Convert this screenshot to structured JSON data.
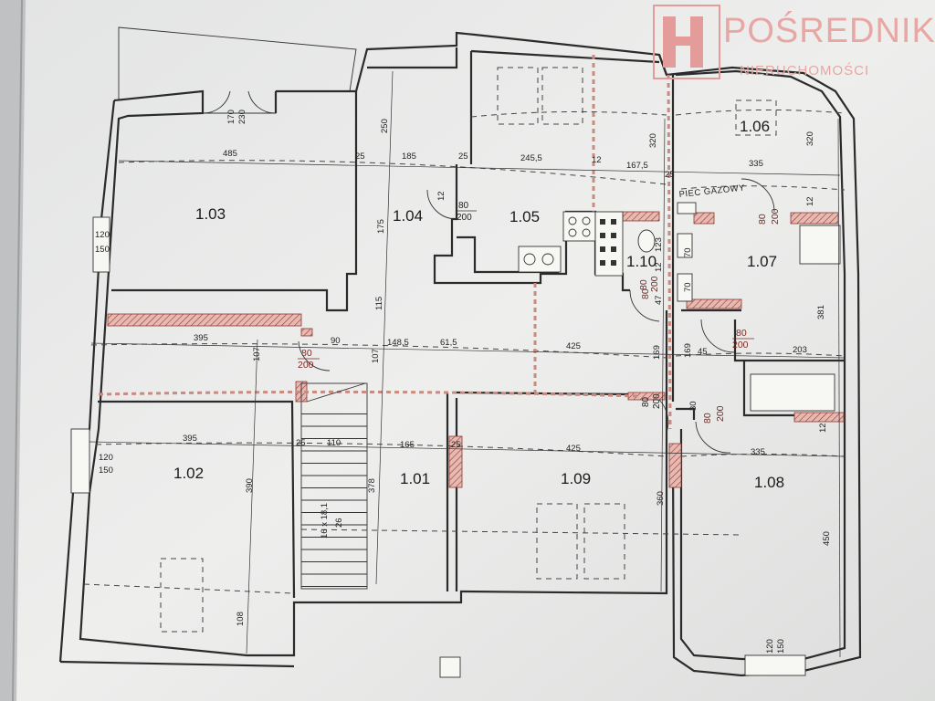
{
  "logo": {
    "brand": "POŚREDNIK",
    "sub": "NIERUCHOMOŚCI",
    "color": "#e49c9a"
  },
  "rooms": {
    "r101": "1.01",
    "r102": "1.02",
    "r103": "1.03",
    "r104": "1.04",
    "r105": "1.05",
    "r106": "1.06",
    "r107": "1.07",
    "r108": "1.08",
    "r109": "1.09",
    "r110": "1.10"
  },
  "notes": {
    "gas_stove": "PIEC GAZOWY",
    "stairs": "16 x 18,1",
    "stairs_depth": "26"
  },
  "dims": {
    "d485": "485",
    "d25a": "25",
    "d185": "185",
    "d25b": "25",
    "d2455": "245,5",
    "d12a": "12",
    "d1675": "167,5",
    "d25c": "25",
    "d335a": "335",
    "d250": "250",
    "d320a": "320",
    "d320b": "320",
    "d170": "170",
    "d230": "230",
    "d120a": "120",
    "d150a": "150",
    "d175": "175",
    "d115": "115",
    "d395a": "395",
    "d90": "90",
    "d1485": "148,5",
    "d615": "61,5",
    "d425a": "425",
    "d169": "169",
    "d45": "45",
    "d203": "203",
    "d107a": "107",
    "d107b": "107",
    "d381": "381",
    "d395b": "395",
    "d25d": "25",
    "d110": "110",
    "d165": "165",
    "d25e": "25",
    "d425b": "425",
    "d335b": "335",
    "d120b": "120",
    "d150b": "150",
    "d390": "390",
    "d378": "378",
    "d360": "360",
    "d450": "450",
    "d108": "108",
    "d120c": "120",
    "d150c": "150",
    "d12b": "12",
    "d12c": "12",
    "d12d": "12",
    "d30": "30",
    "d47": "47",
    "d12e": "12",
    "d123": "123",
    "d70a": "70",
    "d70b": "70"
  },
  "doors": {
    "door104": {
      "w": "80",
      "h": "200"
    },
    "door103": {
      "w": "80",
      "h": "200"
    },
    "door107": {
      "w": "80",
      "h": "200"
    },
    "door110": {
      "w": "80",
      "h": "200"
    },
    "doorBath": {
      "w": "80",
      "h": "200"
    },
    "doorHall": {
      "w": "80",
      "h": "200"
    },
    "doorA": {
      "w": "80",
      "h": "200"
    },
    "doorB": {
      "w": "80",
      "h": "200"
    }
  }
}
